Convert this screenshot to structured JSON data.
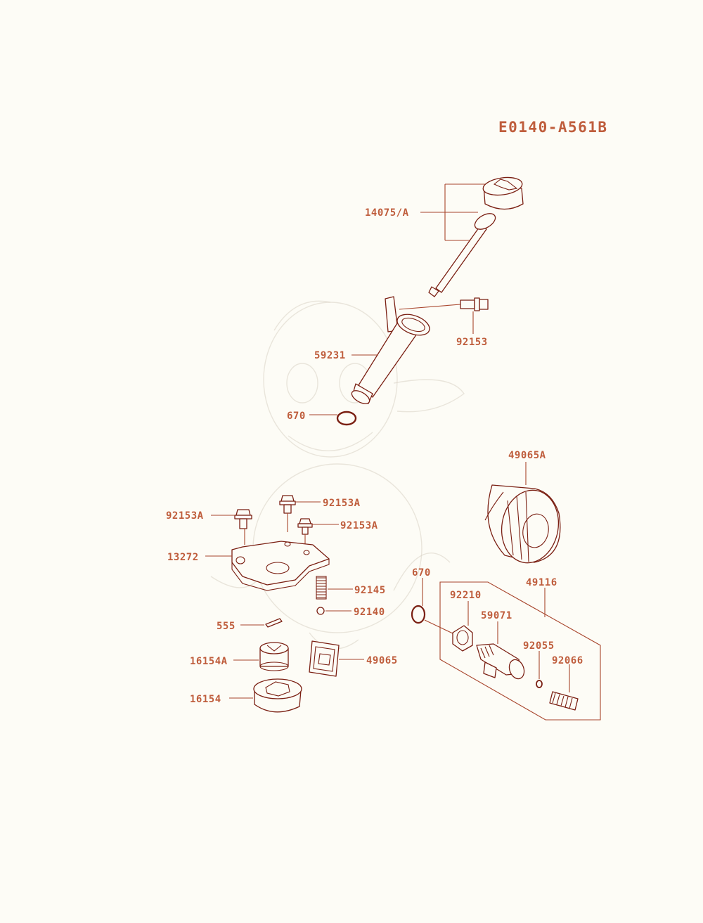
{
  "diagram": {
    "code": "E0140-A561B",
    "labels": {
      "dipstick": "14075/A",
      "bolt_top": "92153",
      "filler_tube": "59231",
      "oring_top": "670",
      "oil_filter": "49065A",
      "bolt_a1": "92153A",
      "bolt_a2": "92153A",
      "bolt_a3": "92153A",
      "cover": "13272",
      "spring": "92145",
      "ball": "92140",
      "pin": "555",
      "rotor_inner": "16154A",
      "rotor_outer": "16154",
      "screen": "49065",
      "oring_mid": "670",
      "assembly": "49116",
      "nut": "92210",
      "fitting": "59071",
      "oring_small": "92055",
      "plug": "92066"
    }
  },
  "colors": {
    "label": "#bf5d3c",
    "leader": "#a8452c",
    "part_line": "#7a1f12",
    "background": "#fdfcf6"
  }
}
